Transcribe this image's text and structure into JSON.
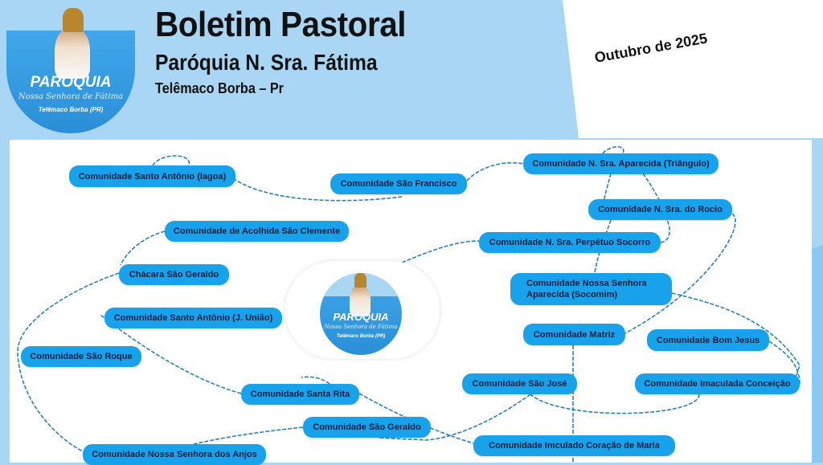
{
  "header": {
    "title": "Boletim Pastoral",
    "subtitle": "Paróquia N. Sra. Fátima",
    "city": "Telêmaco Borba – Pr",
    "date": "Outubro de 2025"
  },
  "logo": {
    "word": "PARÓQUIA",
    "script": "Nossa Senhora de Fátima",
    "city": "Telêmaco Borba (PR)"
  },
  "nodes": [
    "Comunidade Santo Antônio (lagoa)",
    "Comunidade São Francisco",
    "Comunidade N. Sra. Aparecida (Triângulo)",
    "Comunidade N. Sra. do Rocio",
    "Comunidade de Acolhida São Clemente",
    "Comunidade N. Sra. Perpétuo Socorro",
    "Chácara São Geraldo",
    "Comunidade Nossa Senhora Aparecida (Socomim)",
    "Comunidade Santo Antônio (J. União)",
    "Comunidade Matriz",
    "Comunidade Bom Jesus",
    "Comunidade São Roque",
    "Comunidade São José",
    "Comunidade Imaculada Conceição",
    "Comunidade Santa Rita",
    "Comunidade São Geraldo",
    "Comunidade Imculado Coração de Maria",
    "Comunidade Nossa Senhora dos Anjos"
  ],
  "colors": {
    "node": "#18a2ec",
    "edge": "#2a7fb8",
    "header_bg": "#a8d6f4"
  }
}
